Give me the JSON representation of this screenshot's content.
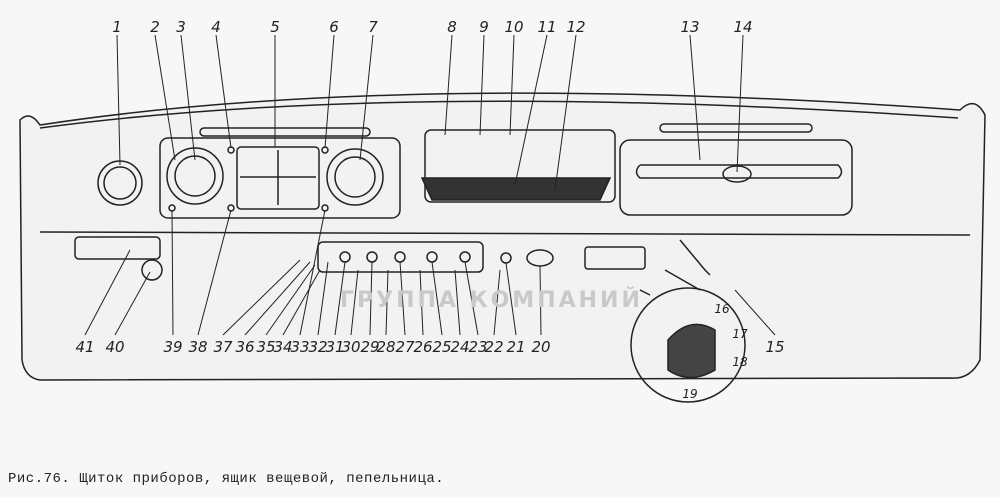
{
  "figure": {
    "caption": "Рис.76. Щиток приборов, ящик вещевой, пепельница.",
    "watermark": "ГРУППА КОМПАНИЙ",
    "callouts_top": [
      "1",
      "2",
      "3",
      "4",
      "5",
      "6",
      "7",
      "8",
      "9",
      "10",
      "11",
      "12",
      "13",
      "14"
    ],
    "callouts_bottom": [
      "41",
      "40",
      "39",
      "38",
      "37",
      "36",
      "35",
      "34",
      "33",
      "32",
      "31",
      "30",
      "29",
      "28",
      "27",
      "26",
      "25",
      "24",
      "23",
      "22",
      "21",
      "20"
    ],
    "callouts_right": [
      "15",
      "16",
      "17",
      "18",
      "19"
    ]
  }
}
